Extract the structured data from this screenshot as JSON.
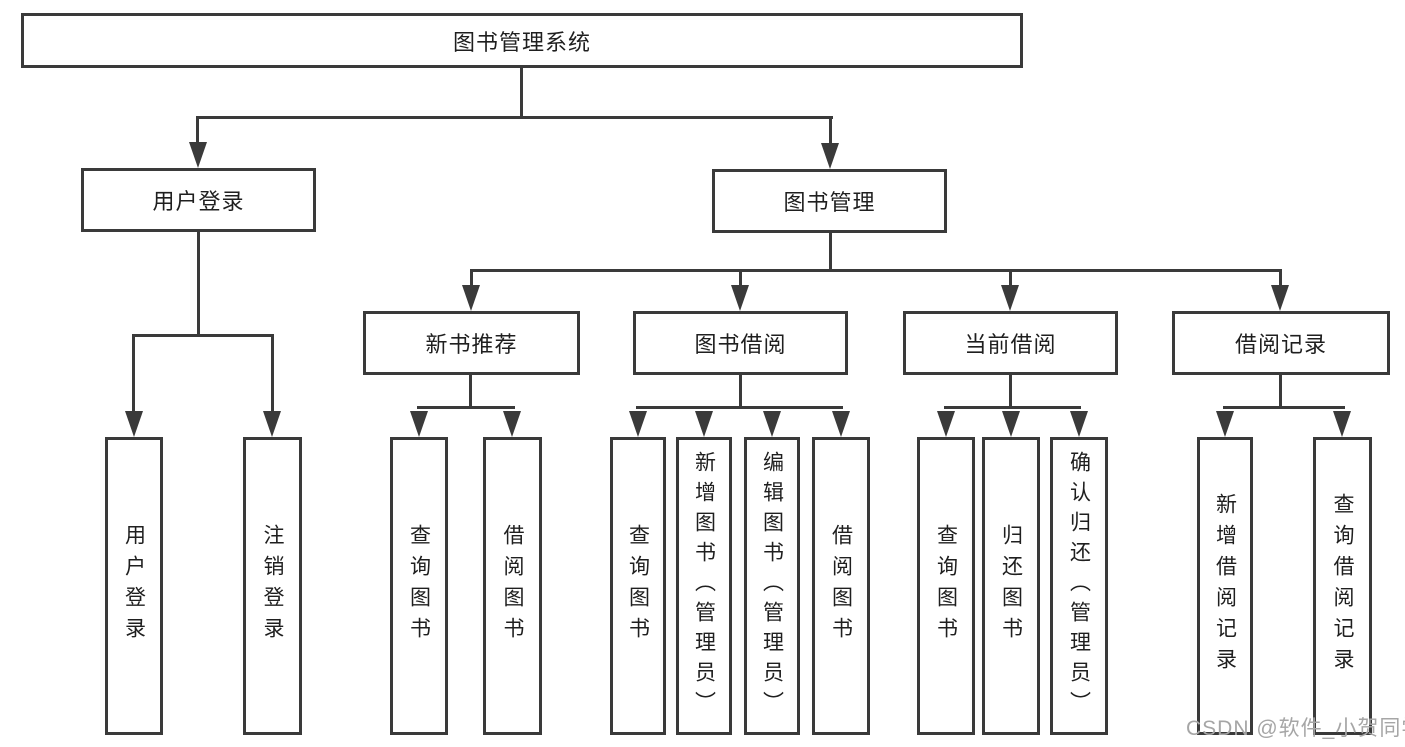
{
  "meta": {
    "background_color": "#ffffff",
    "line_color": "#3a3a3a",
    "text_color": "#1f1f1f",
    "watermark_color": "#a6a6a6"
  },
  "watermark": "CSDN @软件_小贺同学",
  "tree": {
    "root": {
      "label": "图书管理系统"
    },
    "level1": [
      {
        "label": "用户登录"
      },
      {
        "label": "图书管理"
      }
    ],
    "level2": [
      {
        "label": "新书推荐"
      },
      {
        "label": "图书借阅"
      },
      {
        "label": "当前借阅"
      },
      {
        "label": "借阅记录"
      }
    ],
    "leaves": {
      "user_login": [
        {
          "label": "用户登录"
        },
        {
          "label": "注销登录"
        }
      ],
      "new_book": [
        {
          "label": "查询图书"
        },
        {
          "label": "借阅图书"
        }
      ],
      "book_borrow": [
        {
          "label": "查询图书"
        },
        {
          "label": "新增图书（管理员）"
        },
        {
          "label": "编辑图书（管理员）"
        },
        {
          "label": "借阅图书"
        }
      ],
      "current_borrow": [
        {
          "label": "查询图书"
        },
        {
          "label": "归还图书"
        },
        {
          "label": "确认归还（管理员）"
        }
      ],
      "borrow_record": [
        {
          "label": "新增借阅记录"
        },
        {
          "label": "查询借阅记录"
        }
      ]
    }
  }
}
